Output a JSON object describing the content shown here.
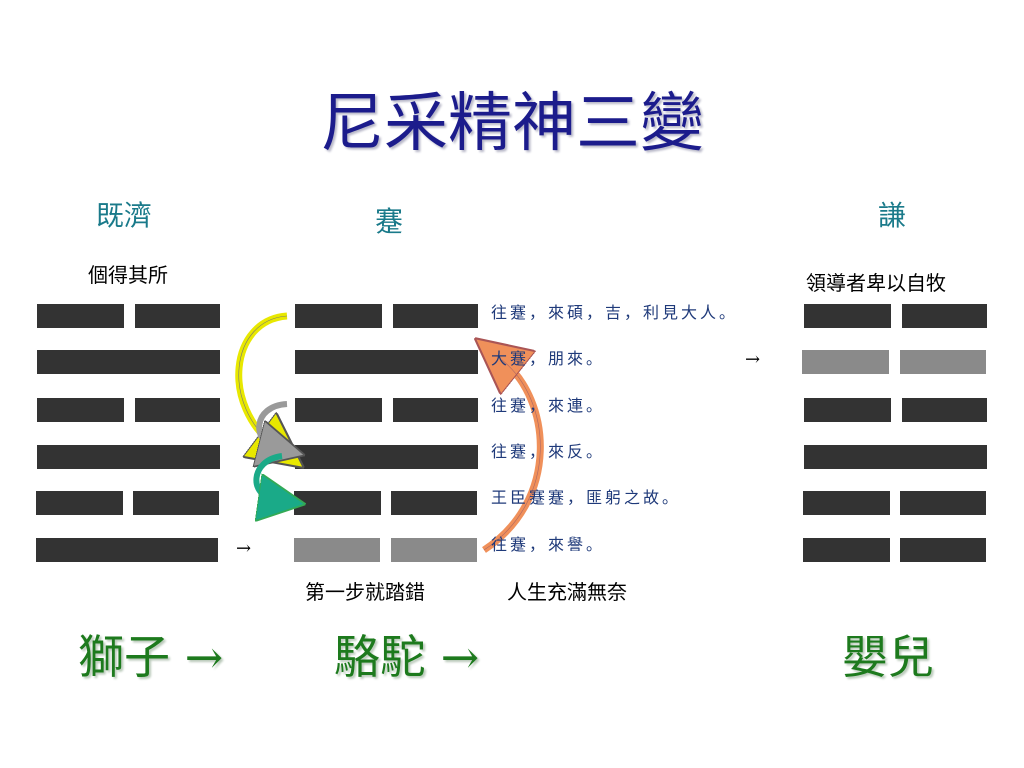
{
  "title": "尼采精神三變",
  "columns": {
    "left": {
      "head": "既濟",
      "sub": "個得其所"
    },
    "middle": {
      "head": "蹇"
    },
    "right": {
      "head": "謙",
      "sub": "領導者卑以自牧"
    }
  },
  "verses": [
    "往蹇，來碩，吉，利見大人。",
    "大蹇，朋來。",
    "往蹇，來連。",
    "往蹇，來反。",
    "王臣蹇蹇，匪躬之故。",
    "往蹇，來譽。"
  ],
  "captions": {
    "first_step": "第一步就踏錯",
    "life": "人生充滿無奈"
  },
  "markers": {
    "arrow": "→"
  },
  "bottom": {
    "lion": "獅子 →",
    "camel": "駱駝 →",
    "baby": "嬰兒"
  },
  "colors": {
    "title": "#1c1c8c",
    "head": "#1a7a8a",
    "bottom": "#1d7a1d",
    "bar_dark": "#333333",
    "bar_gray": "#8a8a8a",
    "arrow_yellow": "#e8e800",
    "arrow_gray": "#9a9a9a",
    "arrow_green": "#1aaa88",
    "arrow_orange": "#f0905a"
  }
}
